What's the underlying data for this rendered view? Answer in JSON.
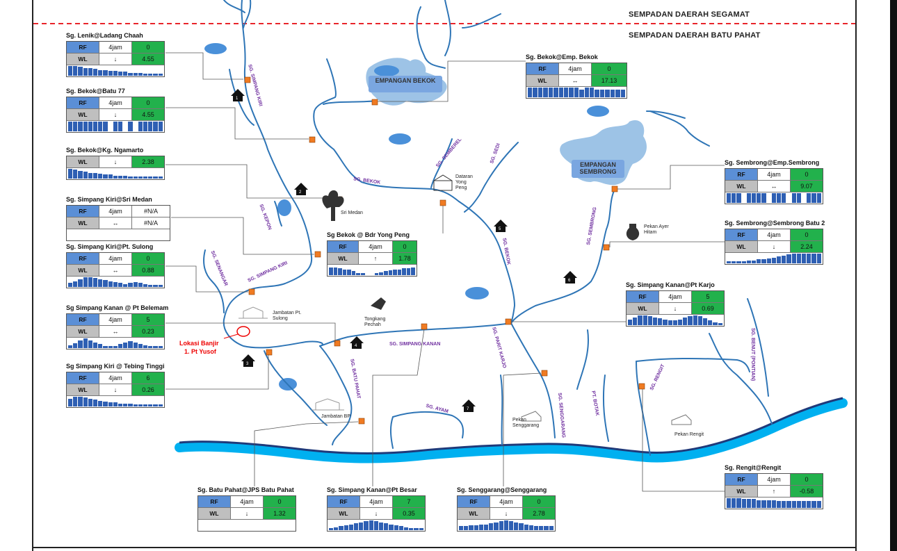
{
  "boundaries": {
    "segamat": "SEMPADAN DAERAH SEGAMAT",
    "batu_pahat": "SEMPADAN DAERAH BATU PAHAT"
  },
  "dams": {
    "bekok": "EMPANGAN BEKOK",
    "sembrong": "EMPANGAN SEMBRONG"
  },
  "stations": [
    {
      "id": "lenik",
      "title": "Sg. Lenik@Ladang Chaah",
      "rows": [
        {
          "label": "RF",
          "dur": "4jam",
          "value": "0"
        },
        {
          "label": "WL",
          "dur": "↓",
          "value": "4.55"
        }
      ]
    },
    {
      "id": "bekok77",
      "title": "Sg. Bekok@Batu 77",
      "rows": [
        {
          "label": "RF",
          "dur": "4jam",
          "value": "0"
        },
        {
          "label": "WL",
          "dur": "↓",
          "value": "4.55"
        }
      ]
    },
    {
      "id": "ngamarto",
      "title": "Sg. Bekok@Kg. Ngamarto",
      "rows": [
        {
          "label": "WL",
          "dur": "↓",
          "value": "2.38"
        }
      ]
    },
    {
      "id": "srimedan",
      "title": "Sg. Simpang Kiri@Sri Medan",
      "rows": [
        {
          "label": "RF",
          "dur": "4jam",
          "value": "#N/A"
        },
        {
          "label": "WL",
          "dur": "↔",
          "value": "#N/A"
        }
      ]
    },
    {
      "id": "ptsulong",
      "title": "Sg. Simpang Kiri@Pt. Sulong",
      "rows": [
        {
          "label": "RF",
          "dur": "4jam",
          "value": "0"
        },
        {
          "label": "WL",
          "dur": "↔",
          "value": "0.88"
        }
      ]
    },
    {
      "id": "belemam",
      "title": "Sg Simpang Kanan @ Pt Belemam",
      "rows": [
        {
          "label": "RF",
          "dur": "4jam",
          "value": "5"
        },
        {
          "label": "WL",
          "dur": "↔",
          "value": "0.23"
        }
      ]
    },
    {
      "id": "tebing",
      "title": "Sg Simpang Kiri @ Tebing Tinggi",
      "rows": [
        {
          "label": "RF",
          "dur": "4jam",
          "value": "6"
        },
        {
          "label": "WL",
          "dur": "↓",
          "value": "0.26"
        }
      ]
    },
    {
      "id": "empbekok",
      "title": "Sg. Bekok@Emp. Bekok",
      "rows": [
        {
          "label": "RF",
          "dur": "4jam",
          "value": "0"
        },
        {
          "label": "WL",
          "dur": "↔",
          "value": "17.13"
        }
      ]
    },
    {
      "id": "yongpeng",
      "title": "Sg Bekok @ Bdr Yong Peng",
      "rows": [
        {
          "label": "RF",
          "dur": "4jam",
          "value": "0"
        },
        {
          "label": "WL",
          "dur": "↑",
          "value": "1.78"
        }
      ]
    },
    {
      "id": "empsembrong",
      "title": "Sg. Sembrong@Emp.Sembrong",
      "rows": [
        {
          "label": "RF",
          "dur": "4jam",
          "value": "0"
        },
        {
          "label": "WL",
          "dur": "↔",
          "value": "9.07"
        }
      ]
    },
    {
      "id": "sembrongb2",
      "title": "Sg. Sembrong@Sembrong Batu 2",
      "rows": [
        {
          "label": "RF",
          "dur": "4jam",
          "value": "0"
        },
        {
          "label": "WL",
          "dur": "↓",
          "value": "2.24"
        }
      ]
    },
    {
      "id": "karjo",
      "title": "Sg. Simpang Kanan@Pt Karjo",
      "rows": [
        {
          "label": "RF",
          "dur": "4jam",
          "value": "5"
        },
        {
          "label": "WL",
          "dur": "↓",
          "value": "0.69"
        }
      ]
    },
    {
      "id": "batupahat",
      "title": "Sg. Batu Pahat@JPS Batu Pahat",
      "rows": [
        {
          "label": "RF",
          "dur": "4jam",
          "value": "0"
        },
        {
          "label": "WL",
          "dur": "↓",
          "value": "1.32"
        }
      ]
    },
    {
      "id": "ptbesar",
      "title": "Sg. Simpang Kanan@Pt Besar",
      "rows": [
        {
          "label": "RF",
          "dur": "4jam",
          "value": "7"
        },
        {
          "label": "WL",
          "dur": "↓",
          "value": "0.35"
        }
      ]
    },
    {
      "id": "senggarang",
      "title": "Sg. Senggarang@Senggarang",
      "rows": [
        {
          "label": "RF",
          "dur": "4jam",
          "value": "0"
        },
        {
          "label": "WL",
          "dur": "↓",
          "value": "2.78"
        }
      ]
    },
    {
      "id": "rengit",
      "title": "Sg. Rengit@Rengit",
      "rows": [
        {
          "label": "RF",
          "dur": "4jam",
          "value": "0"
        },
        {
          "label": "WL",
          "dur": "↑",
          "value": "-0.58"
        }
      ]
    }
  ],
  "rivers": {
    "simpang_kiri_top": "SG. SIMPANG KIRI",
    "bekok": "SG. BEKOK",
    "sembrong": "SG. SEMBRONG",
    "kepon": "SG. KEPON",
    "simpang_kiri": "SG. SIMPANG KIRI",
    "senangar": "SG. SENANGAR",
    "bekok_vertical": "SG. BEKOK",
    "simpang_kanan": "SG. SIMPANG KANAN",
    "batu_pahat": "SG. BATU PAHAT",
    "ayam": "SG. AYAM",
    "parit_karjo": "SG. PARIT KARJO",
    "senggarang": "SG. SENGGARANG",
    "pt_botak": "PT. BOTAK",
    "rengit": "SG. RENGIT",
    "benut": "SG. BENUT (PONTIAN)",
    "semberel": "SG. SEMBEREL",
    "sedi": "SG. SEDI"
  },
  "places": {
    "dataran": "Dataran Yong Peng",
    "sri_medan": "Sri Medan",
    "pekan_ayer_hitam": "Pekan Ayer Hitam",
    "jambatan_sulong": "Jambatan Pt. Sulong",
    "tongkang": "Tongkang Pechah",
    "jambatan_bp": "Jambatan BP",
    "pekan_senggarang": "Pekan Senggarang",
    "pekan_rengit": "Pekan Rengit"
  },
  "flood": {
    "title": "Lokasi Banjir",
    "item": "1. Pt Yusof"
  },
  "houses": [
    "1",
    "2",
    "3",
    "4",
    "5",
    "6",
    "7"
  ],
  "colors": {
    "rf_cell": "#5b8fd6",
    "wl_cell": "#bfbfbf",
    "value_cell": "#22b14c",
    "river": "#2e75b6",
    "sea": "#00b0f0",
    "boundary": "#e8242a",
    "station_marker": "#f07b22"
  }
}
